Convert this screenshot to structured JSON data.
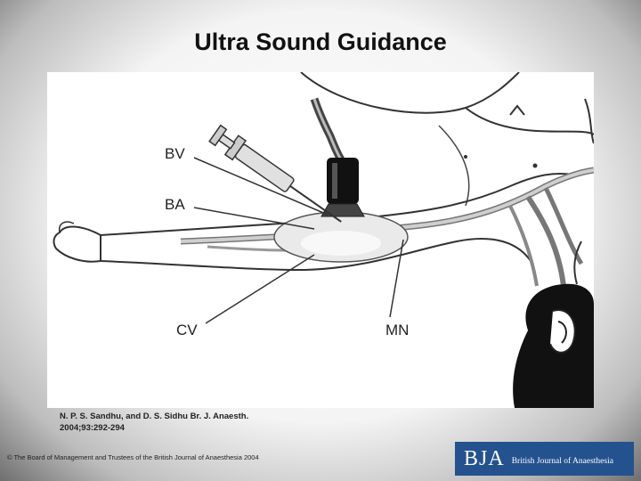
{
  "slide": {
    "title": "Ultra Sound Guidance"
  },
  "figure": {
    "labels": {
      "bv": "BV",
      "ba": "BA",
      "cv": "CV",
      "mn": "MN"
    }
  },
  "citation": {
    "line1": "N. P. S. Sandhu, and D. S. Sidhu Br. J. Anaesth.",
    "line2": "2004;93:292-294"
  },
  "copyright": "© The Board of Management and Trustees of the British Journal of Anaesthesia 2004",
  "logo": {
    "mark": "BJA",
    "name": "British Journal of Anaesthesia",
    "color": "#24528f"
  }
}
